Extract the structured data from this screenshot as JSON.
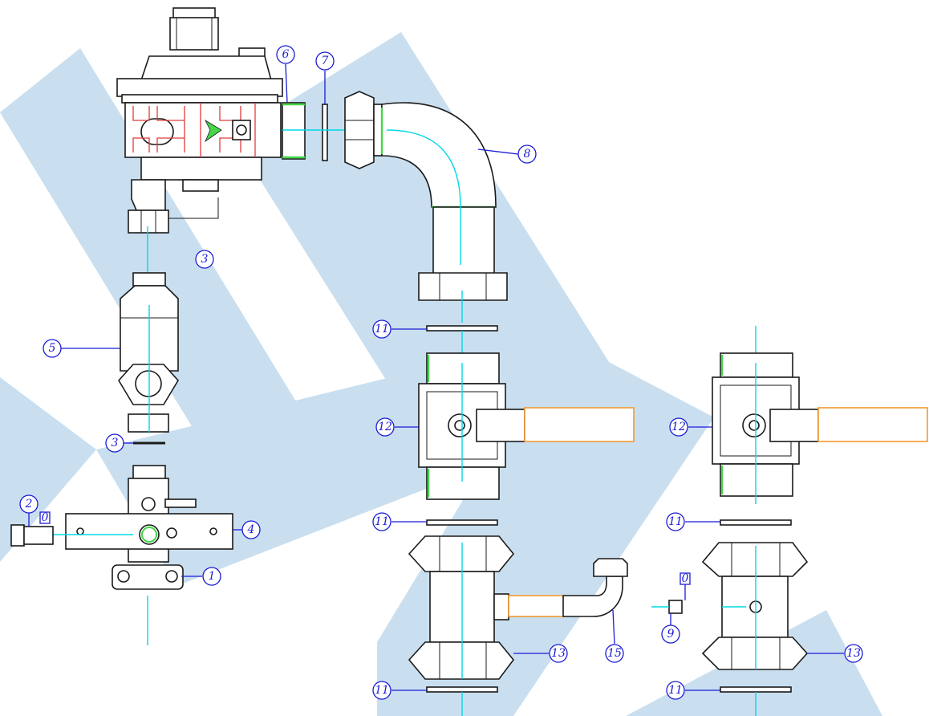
{
  "colors": {
    "watermark": "#c9dff0",
    "outline": "#1a1a1a",
    "centerline": "#00d8e6",
    "leader": "#1b1bd6",
    "highlight_green": "#45d64a",
    "highlight_red": "#e23b3b",
    "handle_orange": "#f29a2e"
  },
  "callouts": {
    "c1": "1",
    "c2": "2",
    "c3a": "3",
    "c3b": "3",
    "c4": "4",
    "c5": "5",
    "c6": "6",
    "c7": "7",
    "c8": "8",
    "c9": "9",
    "c11a": "11",
    "c11b": "11",
    "c11c": "11",
    "c11d": "11",
    "c11e": "11",
    "c12a": "12",
    "c12b": "12",
    "c13a": "13",
    "c13b": "13",
    "c15": "15"
  },
  "flags": {
    "f1": "0",
    "f2": "0"
  }
}
